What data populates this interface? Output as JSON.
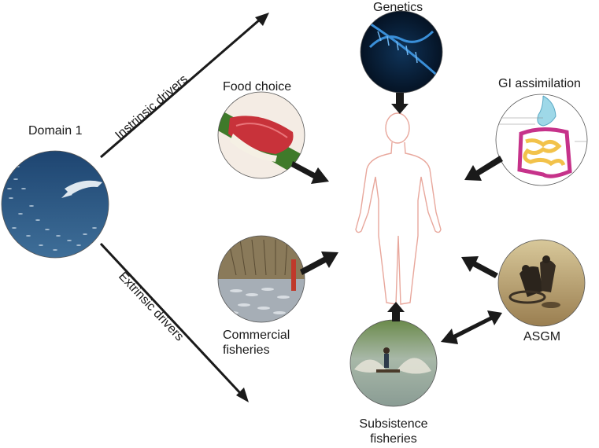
{
  "colors": {
    "arrow": "#1a1a1a",
    "human_outline": "#e8a79c",
    "ocean": "#2c5a8a",
    "dna": "#3a8fd8",
    "sushi": "#c8323a",
    "fish_net": "#8a7a5a",
    "water": "#8fa3a0",
    "sand": "#b8a070",
    "gut": "#f2c24a"
  },
  "drivers": {
    "intrinsic": "Instrinsic drivers",
    "extrinsic": "Extrinsic drivers"
  },
  "nodes": {
    "domain1": {
      "label": "Domain 1",
      "icon": "ocean-fish-school-photo"
    },
    "genetics": {
      "label": "Genetics",
      "icon": "dna-helix-photo"
    },
    "food_choice": {
      "label": "Food choice",
      "icon": "tuna-sushi-photo"
    },
    "gi_assimilation": {
      "label": "GI assimilation",
      "icon": "digestive-tract-illustration"
    },
    "commercial_fisheries": {
      "label_lines": [
        "Commercial",
        "fisheries"
      ],
      "icon": "fish-catch-net-photo"
    },
    "asgm": {
      "label": "ASGM",
      "icon": "gold-panning-miners-photo"
    },
    "subsistence_fisheries": {
      "label_lines": [
        "Subsistence",
        "fisheries"
      ],
      "icon": "cast-net-fishing-photo"
    }
  },
  "human": {
    "icon": "human-body-outline"
  }
}
